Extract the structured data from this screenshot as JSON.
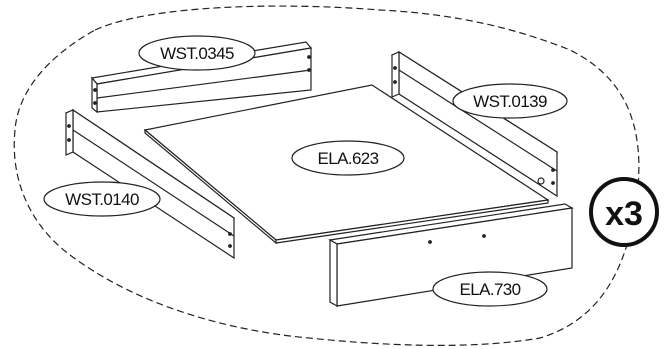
{
  "parts": [
    {
      "id": "wst-0345",
      "code": "WST.0345"
    },
    {
      "id": "wst-0139",
      "code": "WST.0139"
    },
    {
      "id": "ela-623",
      "code": "ELA.623"
    },
    {
      "id": "wst-0140",
      "code": "WST.0140"
    },
    {
      "id": "ela-730",
      "code": "ELA.730"
    }
  ],
  "quantity": "x3"
}
